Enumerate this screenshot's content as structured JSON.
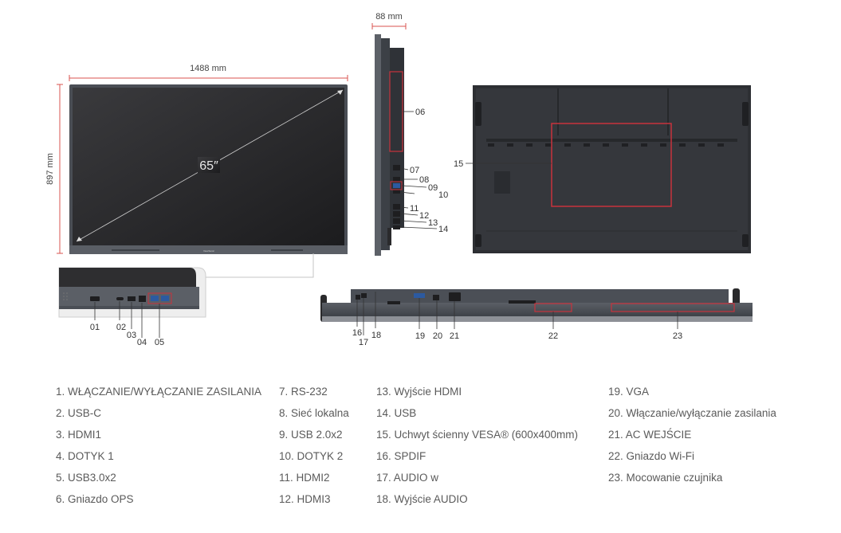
{
  "dimensions": {
    "width": "1488 mm",
    "height": "897 mm",
    "depth": "88 mm",
    "diagonal": "65″"
  },
  "callouts": {
    "c01": "01",
    "c02": "02",
    "c03": "03",
    "c04": "04",
    "c05": "05",
    "c06": "06",
    "c07": "07",
    "c08": "08",
    "c09": "09",
    "c10": "10",
    "c11": "11",
    "c12": "12",
    "c13": "13",
    "c14": "14",
    "c15": "15",
    "c16": "16",
    "c17": "17",
    "c18": "18",
    "c19": "19",
    "c20": "20",
    "c21": "21",
    "c22": "22",
    "c23": "23"
  },
  "legend": {
    "col1": [
      "1. WŁĄCZANIE/WYŁĄCZANIE ZASILANIA",
      "2. USB-C",
      "3. HDMI1",
      "4. DOTYK 1",
      "5. USB3.0x2",
      "6. Gniazdo OPS"
    ],
    "col2": [
      "7. RS-232",
      "8. Sieć lokalna",
      "9. USB 2.0x2",
      "10. DOTYK 2",
      "11. HDMI2",
      "12. HDMI3"
    ],
    "col3": [
      "13. Wyjście HDMI",
      "14. USB",
      "15. Uchwyt ścienny VESA® (600x400mm)",
      "16. SPDIF",
      "17. AUDIO w",
      "18. Wyjście AUDIO"
    ],
    "col4": [
      "19. VGA",
      "20. Włączanie/wyłączanie zasilania",
      "21. AC WEJŚCIE",
      "22. Gniazdo Wi-Fi",
      "23. Mocowanie czujnika"
    ]
  },
  "colors": {
    "accent_red": "#c8323c",
    "dimension_line": "#d9534f",
    "bezel": "#4b4f56",
    "screen": "#2a2a2c"
  }
}
